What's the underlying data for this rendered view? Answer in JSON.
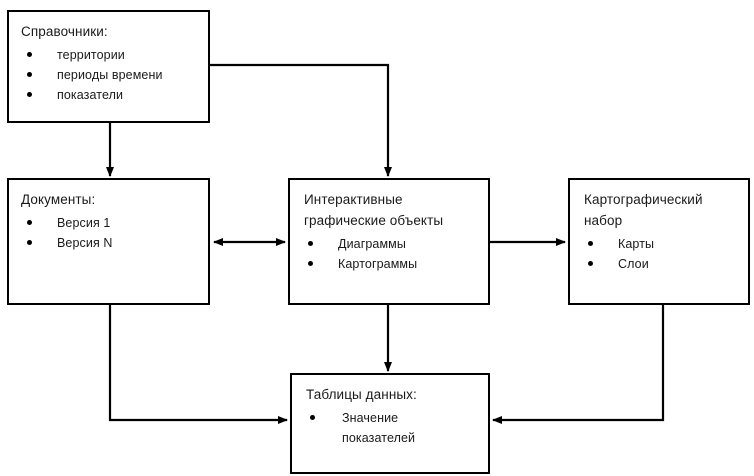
{
  "diagram": {
    "type": "block-flow-diagram",
    "language": "ru",
    "stroke_color": "#000000",
    "text_color": "#1a1a1a",
    "background_color": "#ffffff",
    "nodes": [
      {
        "id": "refs",
        "title": "Справочники:",
        "bullets": [
          "территории",
          "периоды времени",
          "показатели"
        ]
      },
      {
        "id": "docs",
        "title": "Документы:",
        "bullets": [
          "Версия 1",
          "Версия N"
        ]
      },
      {
        "id": "igo",
        "title": "Интерактивные\nграфические объекты",
        "bullets": [
          "Диаграммы",
          "Картограммы"
        ]
      },
      {
        "id": "carto",
        "title": "Картографический\nнабор",
        "bullets": [
          "Карты",
          "Слои"
        ]
      },
      {
        "id": "tables",
        "title": "Таблицы данных:",
        "bullets": [
          "Значение\nпоказателей"
        ]
      }
    ],
    "connections": [
      {
        "id": "refs-to-docs",
        "from": "refs",
        "to": "docs",
        "arrows": "single"
      },
      {
        "id": "refs-to-igo",
        "from": "refs",
        "to": "igo",
        "arrows": "single"
      },
      {
        "id": "docs-to-igo",
        "from": "docs",
        "to": "igo",
        "arrows": "double"
      },
      {
        "id": "igo-to-carto",
        "from": "igo",
        "to": "carto",
        "arrows": "single"
      },
      {
        "id": "igo-to-tables",
        "from": "igo",
        "to": "tables",
        "arrows": "single"
      },
      {
        "id": "docs-to-tables",
        "from": "docs",
        "to": "tables",
        "arrows": "single"
      },
      {
        "id": "carto-to-tables",
        "from": "carto",
        "to": "tables",
        "arrows": "single"
      }
    ]
  }
}
